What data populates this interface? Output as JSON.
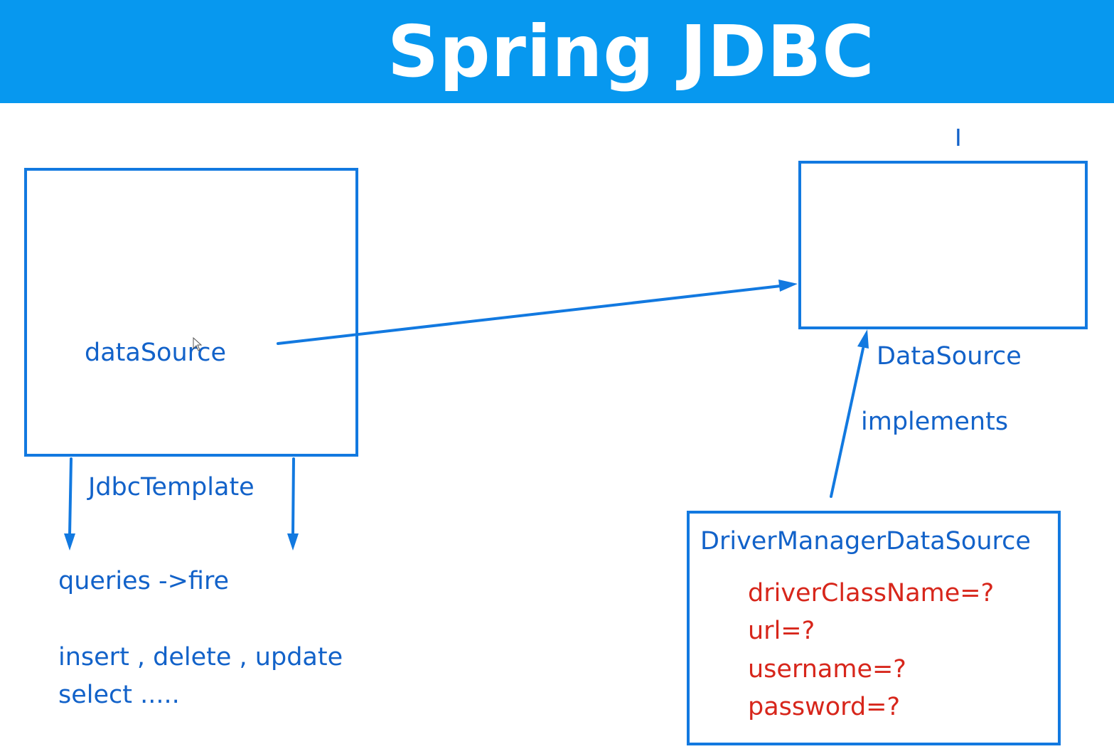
{
  "header": {
    "title": "Spring JDBC",
    "background_color": "#0798ef"
  },
  "colors": {
    "accent_blue": "#1279e0",
    "text_blue": "#1262c9",
    "property_red": "#d7261b"
  },
  "jdbc_template_box": {
    "field_label": "dataSource",
    "class_label": "JdbcTemplate"
  },
  "operations": {
    "line1": "queries ->fire",
    "line2": "insert , delete , update",
    "line3": "select ....."
  },
  "datasource_box": {
    "marker": "I",
    "label": "DataSource"
  },
  "relationship": {
    "label": "implements"
  },
  "driver_manager_box": {
    "title": "DriverManagerDataSource",
    "properties": [
      "driverClassName=?",
      "url=?",
      "username=?",
      "password=?"
    ]
  },
  "icons": [
    "arrowhead-icon",
    "mouse-cursor-icon"
  ]
}
